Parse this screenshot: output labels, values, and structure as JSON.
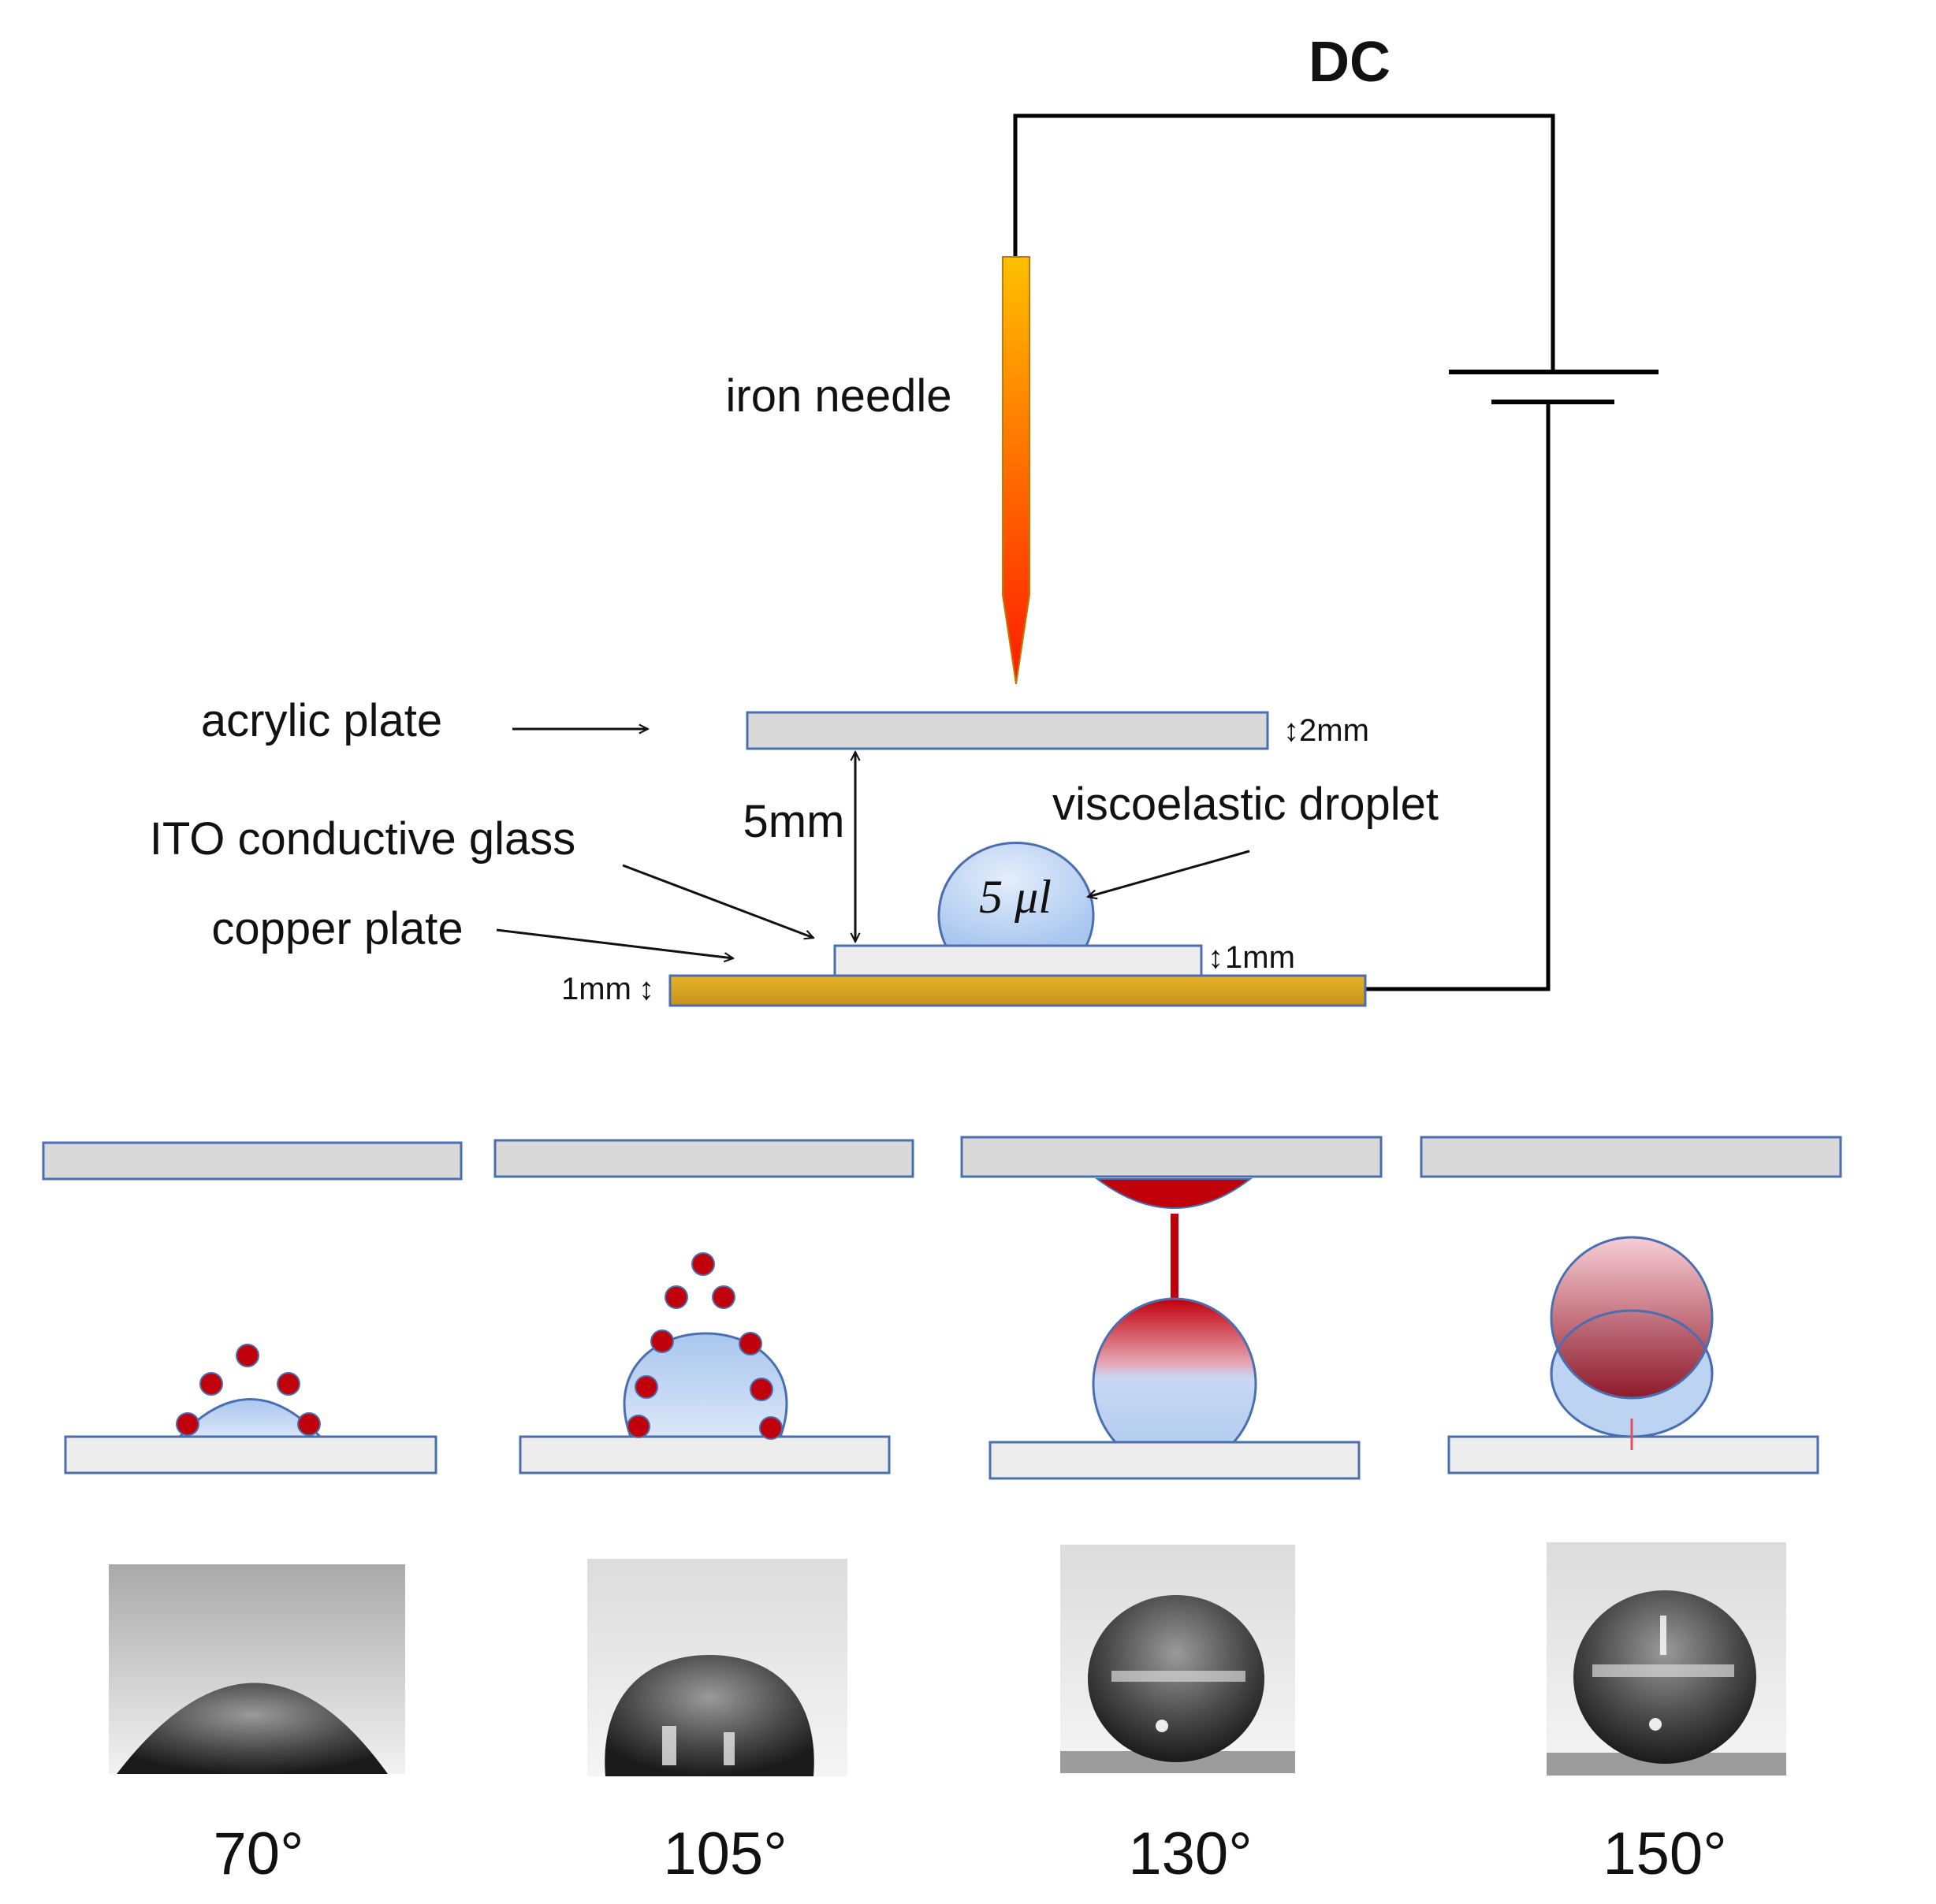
{
  "diagram": {
    "dc_label": "DC",
    "needle_label": "iron needle",
    "acrylic_label": "acrylic plate",
    "ito_label": "ITO conductive glass",
    "copper_label": "copper plate",
    "droplet_label": "viscoelastic droplet",
    "droplet_volume": "5 μl",
    "gap_label": "5mm",
    "acrylic_thickness": "2mm",
    "ito_thickness": "1mm",
    "copper_thickness": "1mm"
  },
  "stages": [
    {
      "angle": "70°"
    },
    {
      "angle": "105°"
    },
    {
      "angle": "130°"
    },
    {
      "angle": "150°"
    }
  ],
  "colors": {
    "plate_fill": "#d9d9d9",
    "plate_stroke": "#4a6fb0",
    "ito_fill": "#ededed",
    "copper": "#d9a520",
    "droplet": "#bcd3f2",
    "charge": "#c0000b",
    "needle_top": "#ffc000",
    "needle_bottom": "#ff1a00"
  }
}
